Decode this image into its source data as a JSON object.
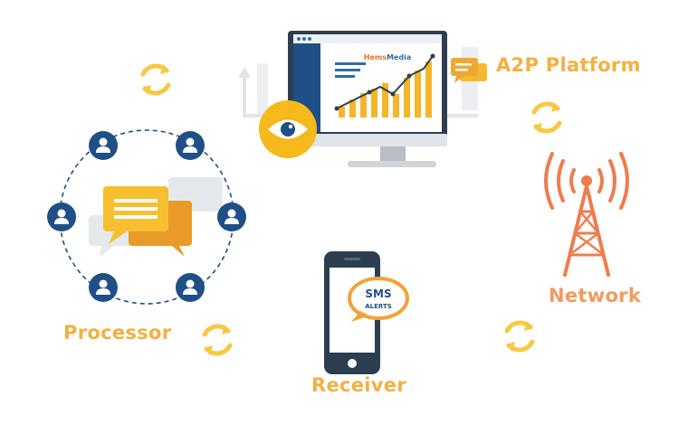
{
  "labels": {
    "a2p_platform": "A2P Platform",
    "network": "Network",
    "processor": "Processor",
    "receiver": "Receiver"
  },
  "monitor": {
    "brand_top": "Hems",
    "brand_bottom": "Media"
  },
  "phone": {
    "sms_line1": "SMS",
    "sms_line2": "ALERTS"
  },
  "colors": {
    "yellow": "#f5b041",
    "orange": "#f39a5f",
    "navy": "#1f4f86",
    "dark": "#2c3e50",
    "grey": "#e4e8eb",
    "blue": "#2f6da6"
  },
  "icons": [
    "refresh-icon",
    "user-icon",
    "chat-bubble-icon",
    "eye-icon",
    "cell-tower-icon",
    "sms-bubble-icon",
    "line-chart-icon"
  ]
}
